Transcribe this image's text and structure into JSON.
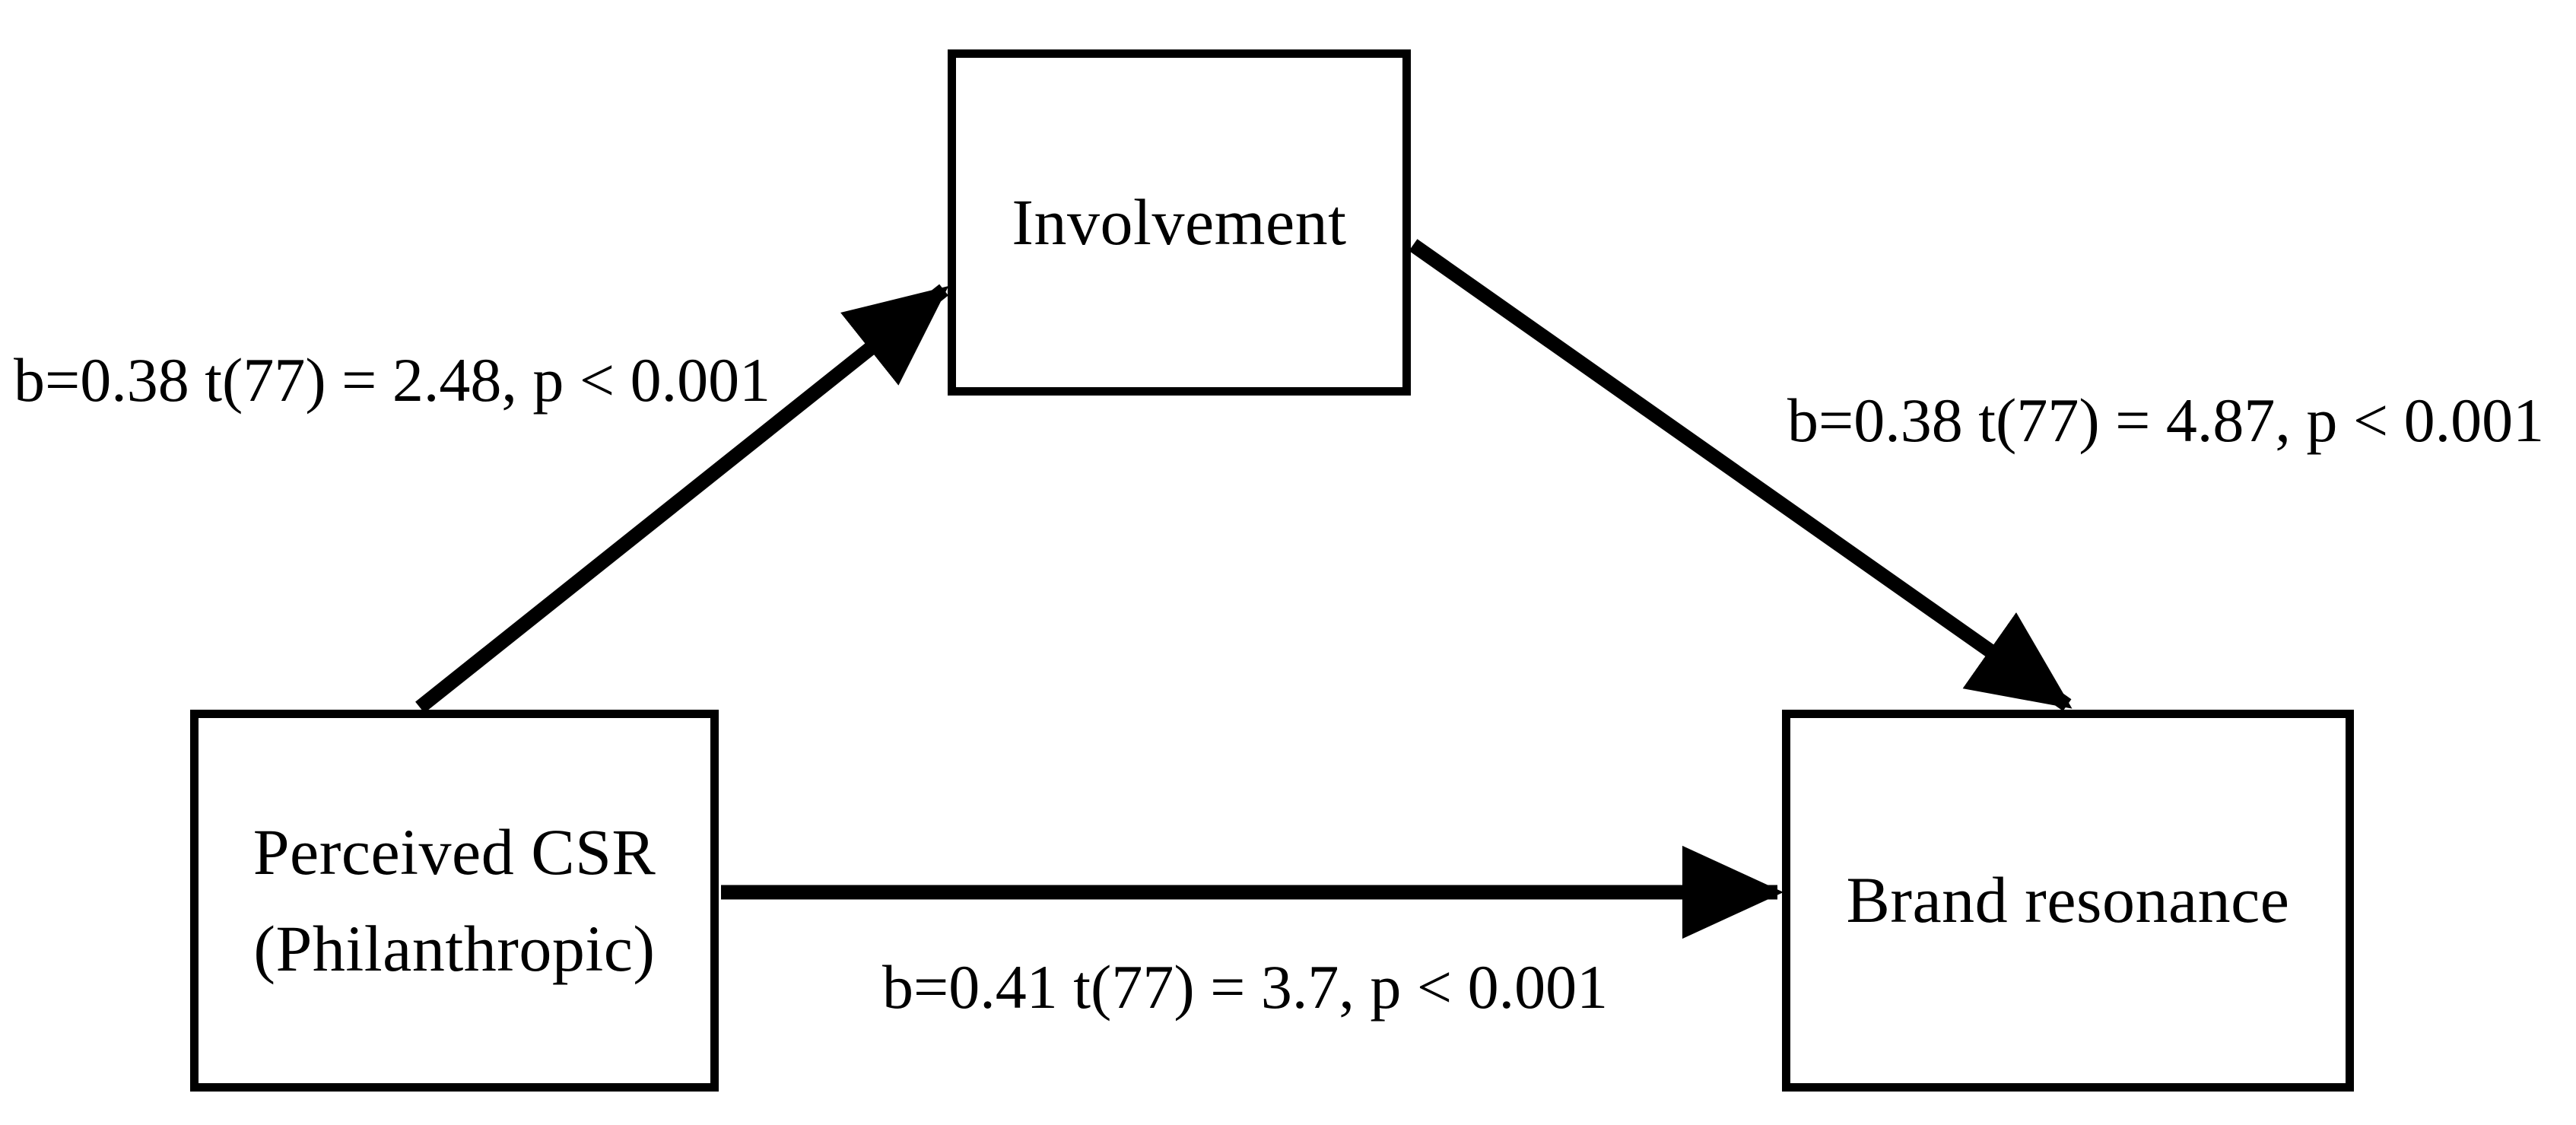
{
  "diagram": {
    "type": "mediation-model",
    "title": "Mediation model: Perceived CSR (Philanthropic) -> Involvement -> Brand resonance",
    "colors": {
      "stroke": "#000000",
      "fill": "#ffffff",
      "text": "#000000"
    },
    "nodes": [
      {
        "id": "involvement",
        "label": "Involvement",
        "role": "mediator",
        "position": "top-center"
      },
      {
        "id": "perceived_csr",
        "label_line1": "Perceived CSR",
        "label_line2": "(Philanthropic)",
        "role": "predictor",
        "position": "bottom-left"
      },
      {
        "id": "brand_resonance",
        "label": "Brand resonance",
        "role": "outcome",
        "position": "bottom-right"
      }
    ],
    "edges": [
      {
        "id": "a_path",
        "from": "perceived_csr",
        "to": "involvement",
        "label": "b=0.38 t(77) = 2.48, p < 0.001",
        "coefficient": "0.38",
        "t_value": "2.48",
        "df": "77",
        "p_value": "< 0.001",
        "arrowhead": true
      },
      {
        "id": "b_path",
        "from": "involvement",
        "to": "brand_resonance",
        "label": "b=0.38 t(77) = 4.87, p < 0.001",
        "coefficient": "0.38",
        "t_value": "4.87",
        "df": "77",
        "p_value": "< 0.001",
        "arrowhead": true
      },
      {
        "id": "c_path",
        "from": "perceived_csr",
        "to": "brand_resonance",
        "label": "b=0.41 t(77) = 3.7, p < 0.001",
        "coefficient": "0.41",
        "t_value": "3.7",
        "df": "77",
        "p_value": "< 0.001",
        "arrowhead": true
      }
    ]
  }
}
